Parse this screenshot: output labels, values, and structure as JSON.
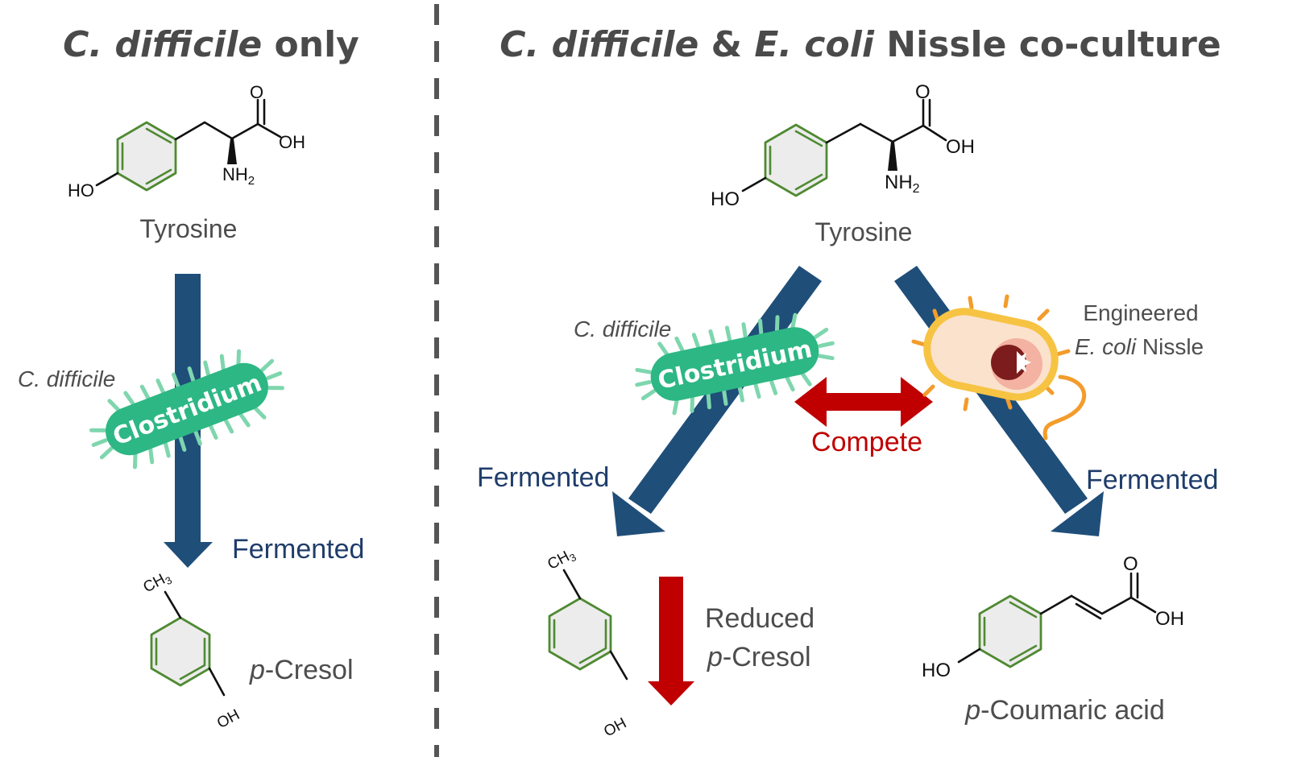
{
  "titles": {
    "left_species": "C. difficile",
    "left_suffix": " only",
    "right_species1": "C. difficile",
    "right_amp": " & ",
    "right_species2": "E. coli",
    "right_suffix": " Nissle co-culture"
  },
  "molecules": {
    "tyrosine": "Tyrosine",
    "p_cresol_italic": "p",
    "p_cresol_rest": "-Cresol",
    "coumaric_italic": "p",
    "coumaric_rest": "-Coumaric acid"
  },
  "atoms": {
    "o": "O",
    "oh": "OH",
    "ho": "HO",
    "nh": "NH",
    "nh_sub": "2",
    "ch": "CH",
    "ch_sub": "3"
  },
  "labels": {
    "c_difficile": "C. difficile",
    "fermented": "Fermented",
    "compete": "Compete",
    "engineered": "Engineered",
    "ecoli": "E. coli",
    "nissle": " Nissle",
    "reduced": "Reduced",
    "reduced_p": "p",
    "reduced_cresol": "-Cresol"
  },
  "badges": {
    "clostridium": "Clostridium"
  },
  "colors": {
    "title_gray": "#4a4a4a",
    "arrow_blue": "#1f4e79",
    "compete_red": "#c00000",
    "clostridium_green": "#2db784",
    "ring_green": "#4f8a32"
  },
  "icons": {
    "bacterium_left": "clostridium-bacterium-icon",
    "bacterium_right": "clostridium-bacterium-icon",
    "ecoli": "ecoli-bacterium-icon"
  }
}
